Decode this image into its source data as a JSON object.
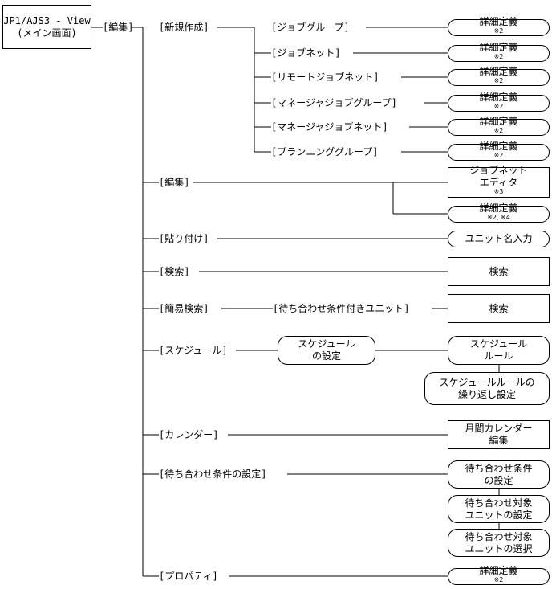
{
  "root": {
    "line1": "JP1/AJS3 - View",
    "line2": "(メイン画面)"
  },
  "menu_edit": "[編集]",
  "level2": {
    "new": "[新規作成]",
    "edit": "[編集]",
    "paste": "[貼り付け]",
    "search": "[検索]",
    "simple_search": "[簡易検索]",
    "schedule": "[スケジュール]",
    "calendar": "[カレンダー]",
    "wait_setting": "[待ち合わせ条件の設定]",
    "property": "[プロパティ]"
  },
  "new_items": [
    "[ジョブグループ]",
    "[ジョブネット]",
    "[リモートジョブネット]",
    "[マネージャジョブグループ]",
    "[マネージャジョブネット]",
    "[プランニンググループ]"
  ],
  "detail_label": "詳細定義",
  "note2": "※2",
  "note_2_4": "※2, ※4",
  "jobnet_editor": {
    "line1": "ジョブネット",
    "line2": "エディタ",
    "note": "※3"
  },
  "unit_name_input": "ユニット名入力",
  "search_box": "検索",
  "wait_unit_label": "[待ち合わせ条件付きユニット]",
  "schedule_setting": {
    "line1": "スケジュール",
    "line2": "の設定"
  },
  "schedule_rule": {
    "line1": "スケジュール",
    "line2": "ルール"
  },
  "schedule_rule_repeat": {
    "line1": "スケジュールルールの",
    "line2": "繰り返し設定"
  },
  "monthly_calendar": {
    "line1": "月間カレンダー",
    "line2": "編集"
  },
  "wait_condition_setting": {
    "line1": "待ち合わせ条件",
    "line2": "の設定"
  },
  "wait_target_setting": {
    "line1": "待ち合わせ対象",
    "line2": "ユニットの設定"
  },
  "wait_target_select": {
    "line1": "待ち合わせ対象",
    "line2": "ユニットの選択"
  }
}
